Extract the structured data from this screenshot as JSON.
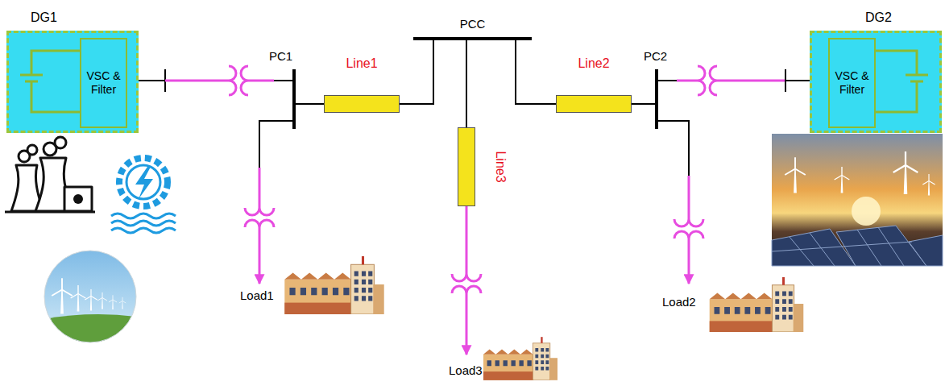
{
  "diagram": {
    "nodes": [
      {
        "text": [
          "DG1"
        ]
      },
      {
        "text": [
          "VSC & Filter"
        ],
        "in": 0
      },
      {
        "text": [
          "PC1"
        ]
      },
      {
        "text": [
          "Line1"
        ]
      },
      {
        "text": [
          "PCC"
        ]
      },
      {
        "text": [
          "Line3"
        ]
      },
      {
        "text": [
          "Line2"
        ]
      },
      {
        "text": [
          "PC2"
        ]
      },
      {
        "text": [
          "DG2"
        ]
      },
      {
        "text": [
          "VSC & Filter"
        ],
        "in": 8
      }
    ],
    "edges": [
      {
        "from": 0,
        "to": 2,
        "arrow": "none"
      },
      {
        "from": 2,
        "to": 3,
        "arrow": "none"
      },
      {
        "from": 3,
        "to": 4,
        "arrow": "none"
      },
      {
        "from": 4,
        "to": 6,
        "arrow": "none"
      },
      {
        "from": 6,
        "to": 7,
        "arrow": "none"
      },
      {
        "from": 7,
        "to": 8,
        "arrow": "none"
      },
      {
        "from": 4,
        "to": 5,
        "arrow": "none"
      }
    ],
    "labels": [
      "Load1",
      "Load2",
      "Load3"
    ]
  }
}
